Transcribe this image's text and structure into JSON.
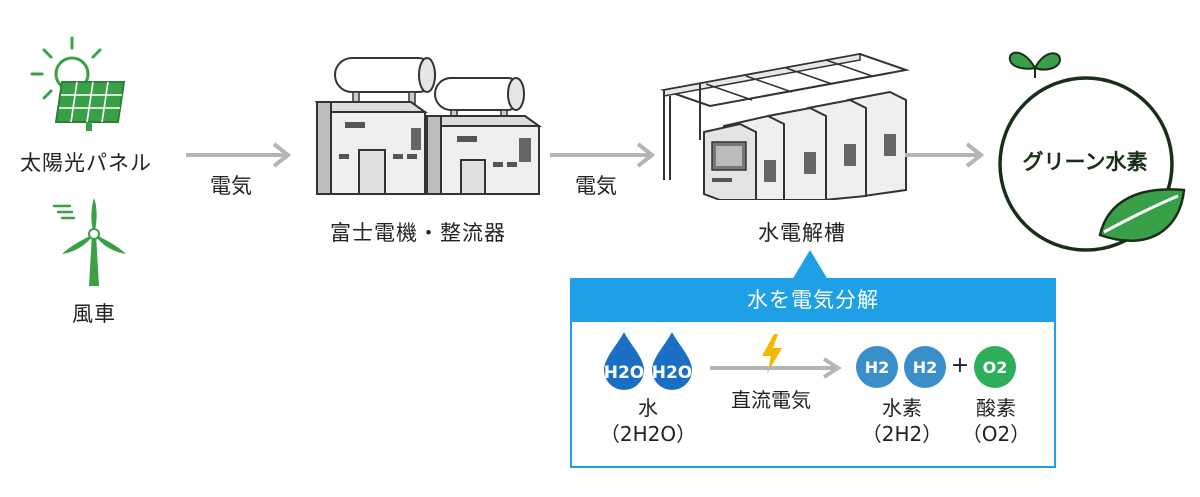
{
  "sources": {
    "solar_label": "太陽光パネル",
    "wind_label": "風車"
  },
  "arrows": {
    "electricity_1": "電気",
    "electricity_2": "電気"
  },
  "rectifier_label": "富士電機・整流器",
  "electrolyzer_label": "水電解槽",
  "green_hydrogen_label": "グリーン水素",
  "panel": {
    "title": "水を電気分解",
    "water_drops": [
      "H2O",
      "H2O"
    ],
    "water_label": "水",
    "water_formula": "（2H2O）",
    "current_label": "直流電気",
    "hydrogen_bubbles": [
      "H2",
      "H2"
    ],
    "plus": "+",
    "oxygen_bubble": "O2",
    "hydrogen_label": "水素",
    "hydrogen_formula": "（2H2）",
    "oxygen_label": "酸素",
    "oxygen_formula": "（O2）"
  },
  "colors": {
    "green": "#3aa047",
    "panel_blue": "#1e9fe6",
    "drop_blue": "#1a6fc4",
    "h2_blue": "#3a8fc9",
    "o2_green": "#2fae5a",
    "arrow_gray": "#b5b5b5",
    "bolt_yellow": "#f5b800"
  }
}
